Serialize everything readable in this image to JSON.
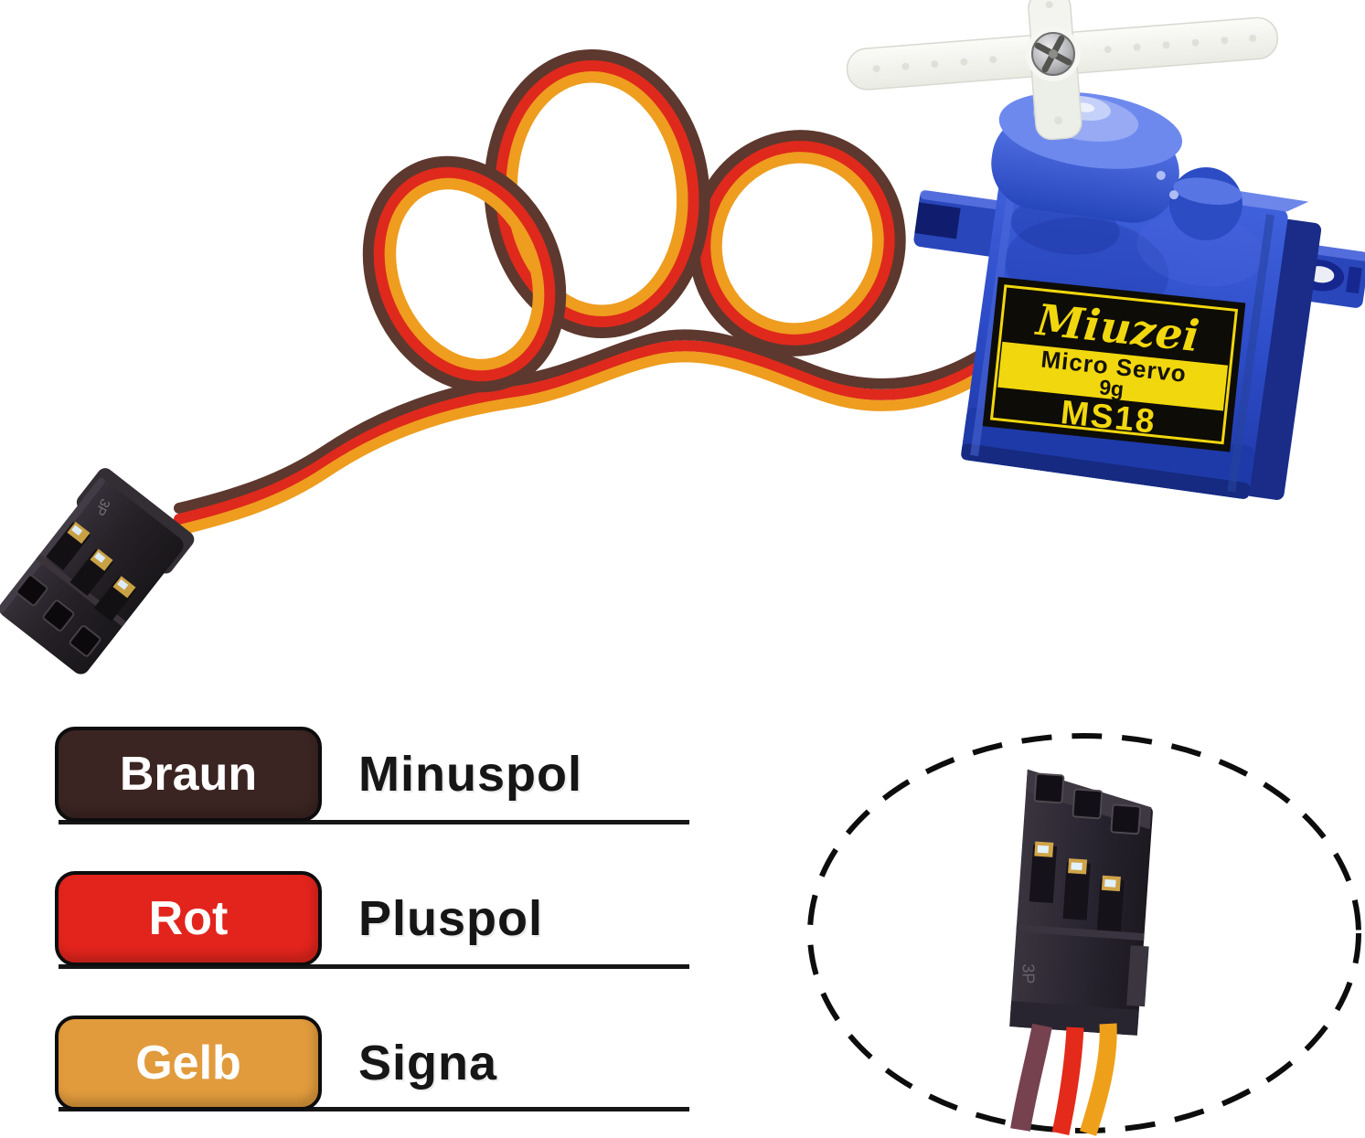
{
  "photo": {
    "servo": {
      "label": {
        "brand": "Miuzei",
        "type": "Micro Servo",
        "weight": "9g",
        "model": "MS18"
      },
      "body_color": "#2d4cc8",
      "label_yellow": "#f1d70e",
      "horn_color": "#f6f7f2"
    },
    "wires": {
      "brown": "#5d382e",
      "red": "#df291c",
      "orange": "#ee9d1f"
    },
    "connector": {
      "marking": "3P",
      "color": "#262226"
    }
  },
  "legend": {
    "rows": [
      {
        "color_label": "Braun",
        "meaning": "Minuspol",
        "chip_color": "#3b2522"
      },
      {
        "color_label": "Rot",
        "meaning": "Pluspol",
        "chip_color": "#e2241d"
      },
      {
        "color_label": "Gelb",
        "meaning": "Signa",
        "chip_color": "#e19b3d"
      }
    ],
    "text_color": "#161616",
    "rule_color": "#161616"
  },
  "inset": {
    "border_style": "dashed",
    "border_color": "#0d0d0d"
  }
}
